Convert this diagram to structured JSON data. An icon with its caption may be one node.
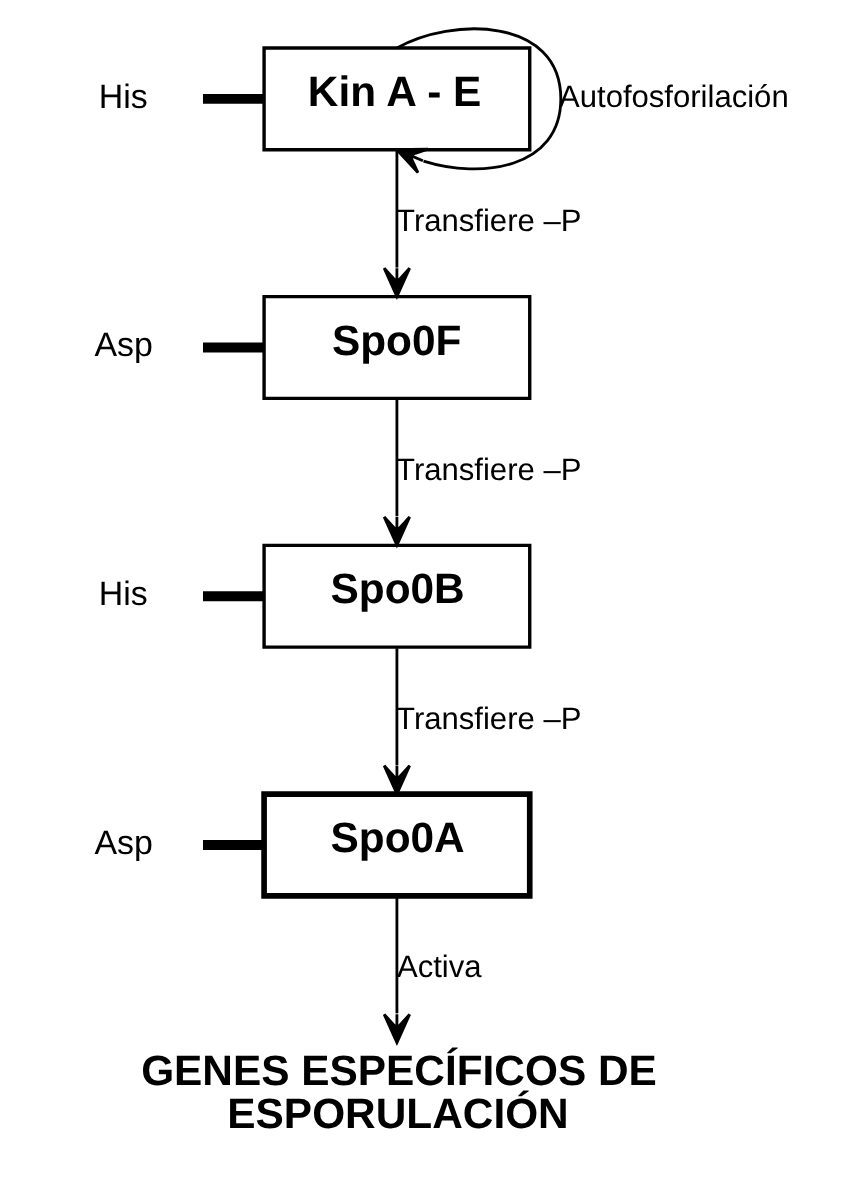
{
  "diagram": {
    "nodes": [
      {
        "text": [
          "His"
        ]
      },
      {
        "text": [
          "Kin A - E"
        ]
      },
      {
        "text": [
          "Asp"
        ]
      },
      {
        "text": [
          "Spo0F"
        ]
      },
      {
        "text": [
          "His"
        ]
      },
      {
        "text": [
          "Spo0B"
        ]
      },
      {
        "text": [
          "Asp"
        ]
      },
      {
        "text": [
          "Spo0A"
        ]
      },
      {
        "text": [
          "GENES ESPECÍFICOS DE ESPORULACIÓN"
        ]
      }
    ],
    "edges": [
      {
        "from": 0,
        "to": 1,
        "arrow": "none",
        "style": "thick"
      },
      {
        "from": 1,
        "to": 1,
        "arrow": "to",
        "label": "Autofosforilación"
      },
      {
        "from": 1,
        "to": 3,
        "arrow": "to",
        "label": "Transfiere –P"
      },
      {
        "from": 2,
        "to": 3,
        "arrow": "none",
        "style": "thick"
      },
      {
        "from": 3,
        "to": 5,
        "arrow": "to",
        "label": "Transfiere –P"
      },
      {
        "from": 4,
        "to": 5,
        "arrow": "none",
        "style": "thick"
      },
      {
        "from": 5,
        "to": 7,
        "arrow": "to",
        "label": "Transfiere –P"
      },
      {
        "from": 6,
        "to": 7,
        "arrow": "none",
        "style": "thick"
      },
      {
        "from": 7,
        "to": 8,
        "arrow": "to",
        "label": "Activa"
      }
    ]
  }
}
